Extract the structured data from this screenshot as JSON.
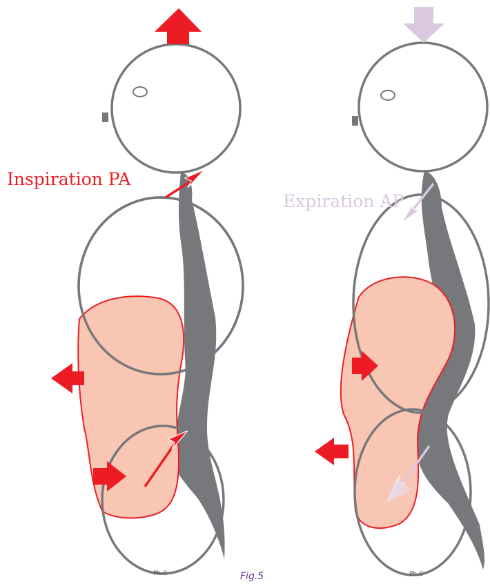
{
  "figure": {
    "caption": "Fig.5",
    "left_panel": {
      "label": "Inspiration PA",
      "credit": "Ph.C"
    },
    "right_panel": {
      "label": "Expiration AP",
      "credit": "Ph.C"
    }
  },
  "colors": {
    "inspiration_red": "#ed1c24",
    "expiration_lilac": "#d9c8df",
    "outline_gray": "#6d6e71",
    "spine_gray": "#77787b",
    "organ_fill": "#f8c6b2",
    "caption_purple": "#662d91"
  }
}
